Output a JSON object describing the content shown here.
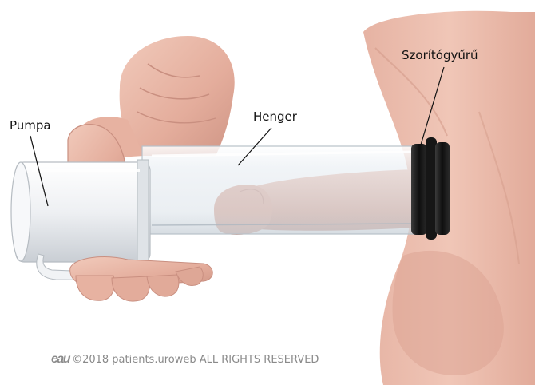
{
  "labels": {
    "pump": "Pumpa",
    "cylinder": "Henger",
    "constriction_ring": "Szorítógyűrű"
  },
  "footer": {
    "logo_text": "eau",
    "copyright": "©2018 patients.uroweb ALL RIGHTS RESERVED"
  },
  "colors": {
    "skin": "#e8b7a6",
    "skin_shadow": "#c98f80",
    "ring": "#1c1c1c",
    "pump_body": "#f4f5f7",
    "cylinder_glass": "#eef1f4",
    "label_text": "#111111",
    "footer_text": "#8a8a8a"
  }
}
